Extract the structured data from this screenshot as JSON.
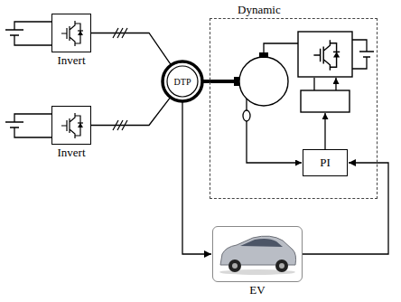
{
  "diagram": {
    "nodes": [
      {
        "text": [
          "Invert"
        ]
      },
      {
        "text": [
          "Invert"
        ]
      },
      {
        "text": [
          "DTP"
        ]
      },
      {
        "text": [
          "Dynamic"
        ]
      },
      {
        "text": [
          "PI"
        ],
        "in": 3
      },
      {
        "text": [
          "EV"
        ]
      }
    ],
    "edges": [
      {
        "from": 0,
        "to": 2,
        "arrow": "none"
      },
      {
        "from": 1,
        "to": 2,
        "arrow": "none"
      },
      {
        "from": 2,
        "to": 3,
        "arrow": "none"
      },
      {
        "from": 2,
        "to": 5,
        "arrow": "to"
      },
      {
        "from": 5,
        "to": 4,
        "arrow": "to"
      }
    ]
  }
}
